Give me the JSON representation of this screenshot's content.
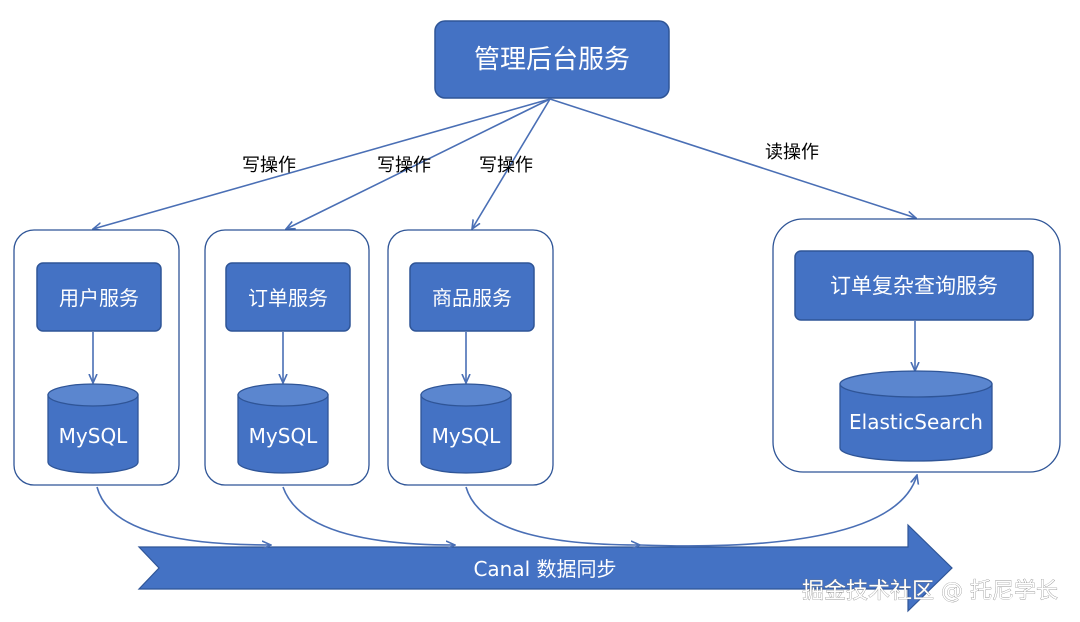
{
  "top_service": {
    "label": "管理后台服务"
  },
  "edge_labels": {
    "write_1": "写操作",
    "write_2": "写操作",
    "write_3": "写操作",
    "read": "读操作"
  },
  "services": [
    {
      "label": "用户服务",
      "db": "MySQL"
    },
    {
      "label": "订单服务",
      "db": "MySQL"
    },
    {
      "label": "商品服务",
      "db": "MySQL"
    },
    {
      "label": "订单复杂查询服务",
      "db": "ElasticSearch"
    }
  ],
  "sync_bar": {
    "label": "Canal 数据同步"
  },
  "watermark": "掘金技术社区 @ 托尼学长",
  "colors": {
    "primary": "#4472c4",
    "border": "#2f5597",
    "text": "#000000"
  }
}
